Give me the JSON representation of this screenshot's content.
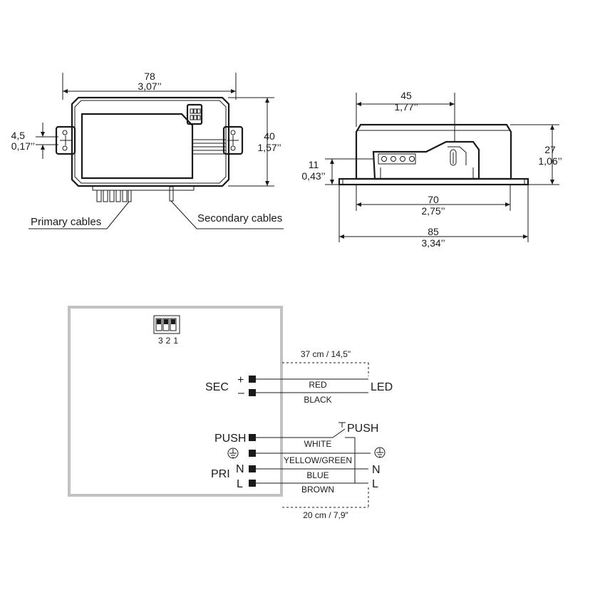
{
  "top_view": {
    "width_mm": "78",
    "width_in": "3,07’’",
    "height_mm": "40",
    "height_in": "1,57’’",
    "hole_mm": "4,5",
    "hole_in": "0,17’’",
    "primary_label": "Primary cables",
    "secondary_label": "Secondary cables"
  },
  "side_view": {
    "top_mm": "45",
    "top_in": "1,77’’",
    "height_mm": "27",
    "height_in": "1,06’’",
    "flange_mm": "11",
    "flange_in": "0,43’’",
    "body_mm": "70",
    "body_in": "2,75’’",
    "overall_mm": "85",
    "overall_in": "3,34’’"
  },
  "wiring": {
    "switch_numbers": [
      "3",
      "2",
      "1"
    ],
    "sec_label": "SEC",
    "plus": "+",
    "minus": "–",
    "red": "RED",
    "black": "BLACK",
    "led": "LED",
    "length_sec": "37 cm / 14,5\"",
    "push_left": "PUSH",
    "push_right": "PUSH",
    "white": "WHITE",
    "yellow_green": "YELLOW/GREEN",
    "n_left": "N",
    "n_right": "N",
    "blue": "BLUE",
    "pri_label": "PRI",
    "l_left": "L",
    "l_right": "L",
    "brown": "BROWN",
    "length_pri": "20 cm / 7,9\""
  }
}
